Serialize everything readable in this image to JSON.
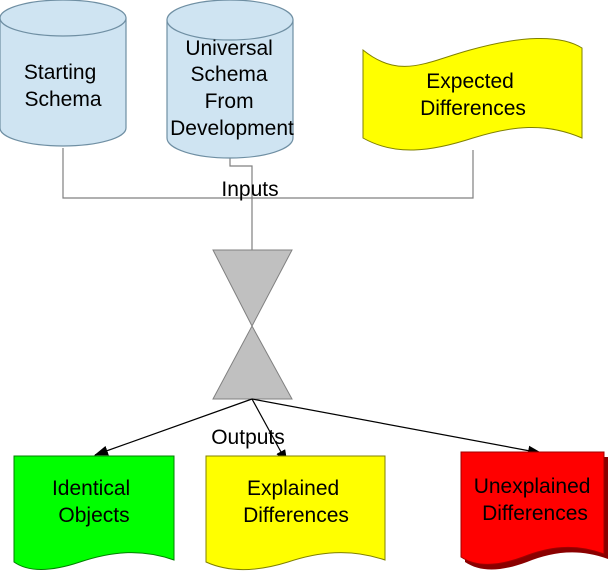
{
  "inputs": {
    "starting_schema": {
      "lines": [
        "Starting",
        "Schema"
      ],
      "fill": "#cfe4f2",
      "stroke": "#6f8fa3"
    },
    "universal_schema": {
      "lines": [
        "Universal",
        "Schema",
        "From",
        "Development"
      ],
      "fill": "#cfe4f2",
      "stroke": "#6f8fa3"
    },
    "expected_differences": {
      "lines": [
        "Expected",
        "Differences"
      ],
      "fill": "#ffff00"
    }
  },
  "labels": {
    "inputs": "Inputs",
    "outputs": "Outputs"
  },
  "collator": {
    "fill": "#c0c0c0",
    "stroke": "#808080"
  },
  "outputs": {
    "identical_objects": {
      "lines": [
        "Identical",
        "Objects"
      ],
      "fill": "#00ff00"
    },
    "explained_differences": {
      "lines": [
        "Explained",
        "Differences"
      ],
      "fill": "#ffff00"
    },
    "unexplained_differences": {
      "lines": [
        "Unexplained",
        "Differences"
      ],
      "fill": "#ff0000"
    }
  },
  "connector_color": "#808080",
  "arrow_color": "#000000"
}
